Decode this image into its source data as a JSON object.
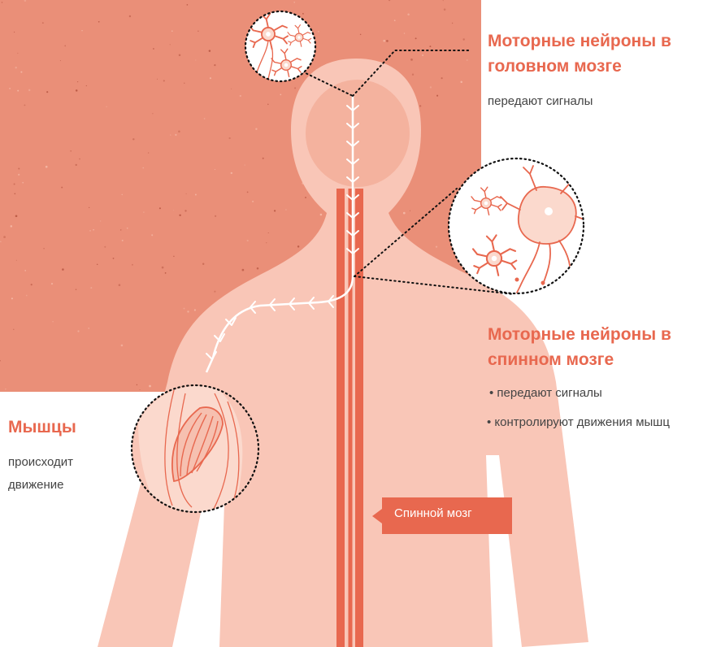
{
  "colors": {
    "backdrop": "#ea8f78",
    "skin": "#f9c6b7",
    "head_shade": "#f4b29e",
    "spinal_cord": "#e8684f",
    "accent_text": "#e8684f",
    "body_text": "#444444",
    "pathway": "#ffffff"
  },
  "brain_neurons": {
    "title": "Моторные нейроны в головном мозге",
    "title_lines": [
      "Моторные нейроны в",
      "головном мозге"
    ],
    "bullets": [
      "передают сигналы"
    ]
  },
  "spinal_neurons": {
    "title": "Моторные нейроны в спинном мозге",
    "title_lines": [
      "Моторные нейроны в",
      "спинном мозге"
    ],
    "bullets": [
      "• передают сигналы",
      "• контролируют движения мышц"
    ]
  },
  "muscles": {
    "title": "Мышцы",
    "description_lines": [
      "происходит",
      "движение"
    ]
  },
  "spinal_cord_label": "Спинной мозг",
  "icons": [
    "neuron-cluster-icon",
    "neuron-cell-icon",
    "muscle-fiber-icon",
    "signal-arrow-icon"
  ]
}
